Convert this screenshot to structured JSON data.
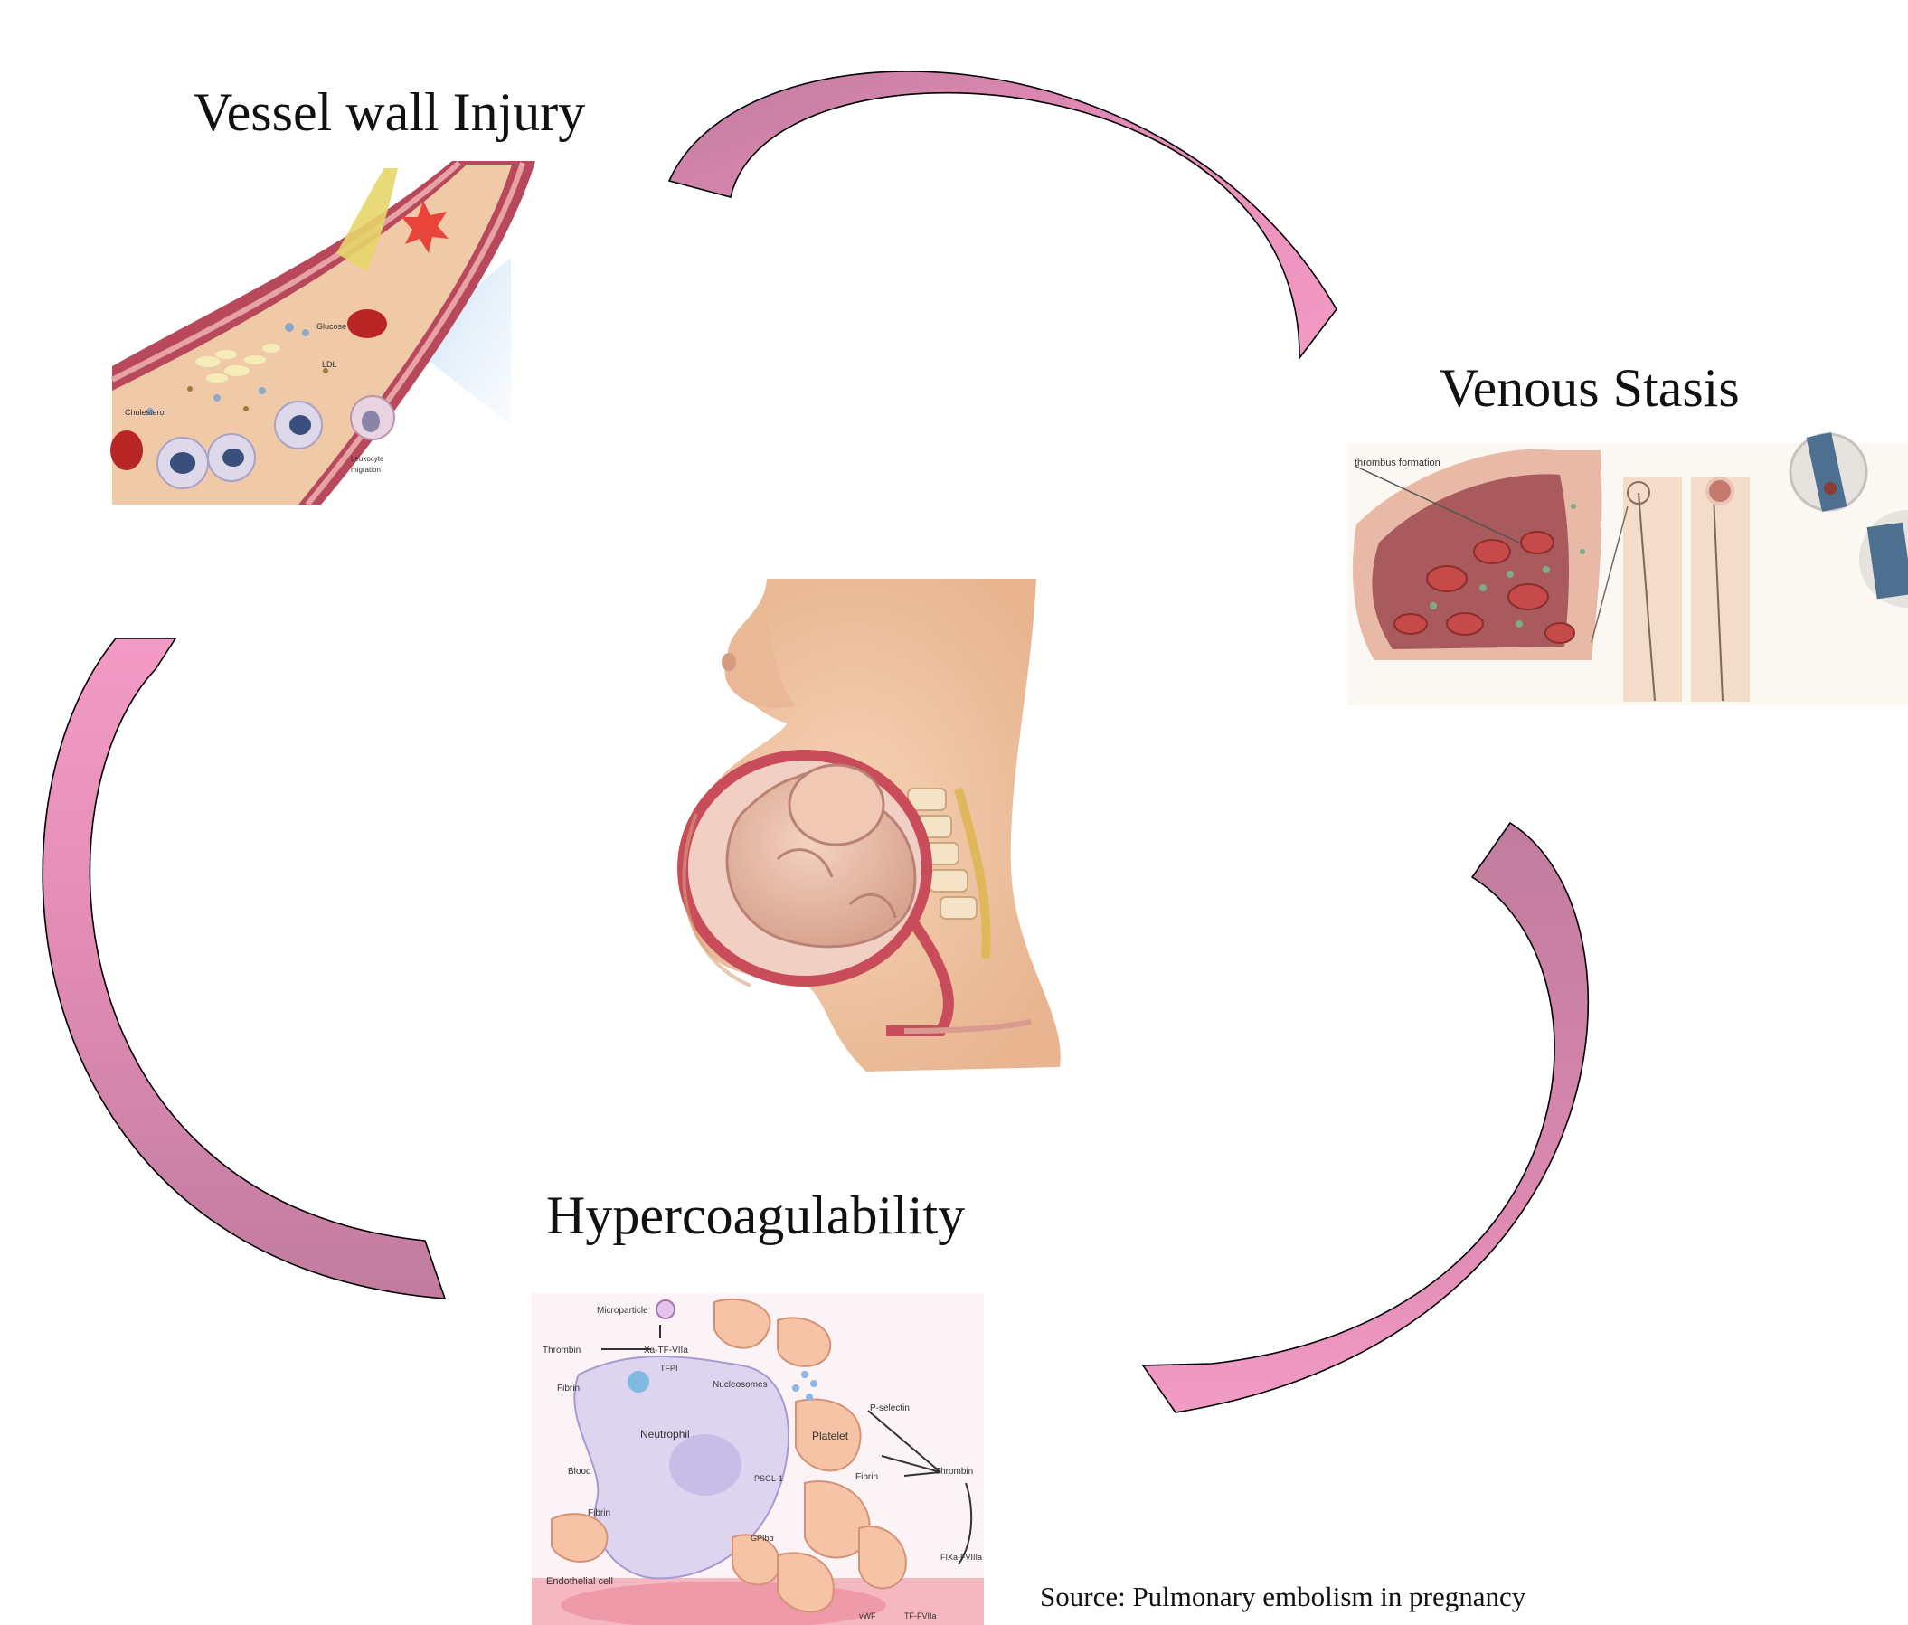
{
  "titles": {
    "vessel_wall_injury": "Vessel wall Injury",
    "venous_stasis": "Venous Stasis",
    "hypercoagulability": "Hypercoagulability"
  },
  "source": "Source: Pulmonary embolism in pregnancy",
  "vessel_illustration_labels": {
    "glucose": "Glucose",
    "cholesterol": "Cholesterol",
    "leukocyte": "Leukocyte",
    "migration": "migration",
    "ldl": "LDL"
  },
  "venous_illustration_labels": {
    "thrombus": "thrombus formation"
  },
  "hyper_illustration_labels": {
    "microparticle": "Microparticle",
    "xa": "Xa-TF-VIIa",
    "thrombin_top": "Thrombin",
    "fibrin_top": "Fibrin",
    "tfpi": "TFPI",
    "nucleosomes": "Nucleosomes",
    "pselectin": "P-selectin",
    "neutrophil": "Neutrophil",
    "platelet": "Platelet",
    "blood": "Blood",
    "psgl": "PSGL-1",
    "fibrin_mid": "Fibrin",
    "thrombin_right": "Thrombin",
    "fibrin_left": "Fibrin",
    "gpib": "GPIbα",
    "endothelial": "Endothelial cell",
    "fixa": "FIXa-FVIIIa",
    "vwf": "vWF",
    "tf": "TF-FVIIa"
  },
  "colors": {
    "arrow_light": "#f39bc6",
    "arrow_dark": "#c07c9e",
    "vessel_wall": "#b8495c",
    "vessel_lumen": "#f2cfae",
    "skin": "#f0c3a2",
    "uterus": "#c84c5a"
  }
}
